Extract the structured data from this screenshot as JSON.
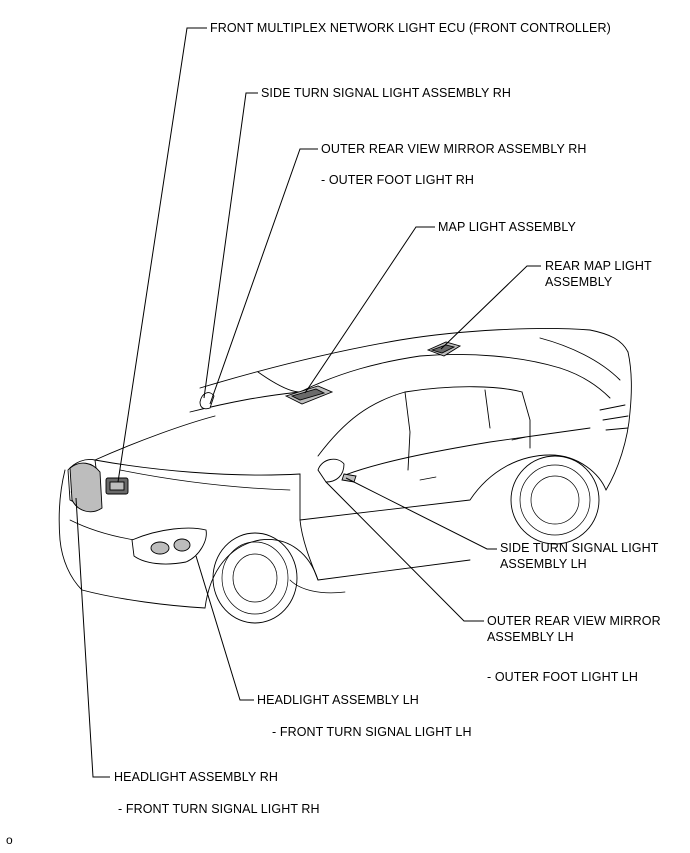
{
  "labels": {
    "front_multiplex_ecu": "FRONT MULTIPLEX NETWORK LIGHT ECU (FRONT CONTROLLER)",
    "side_turn_rh": "SIDE TURN SIGNAL LIGHT ASSEMBLY RH",
    "outer_mirror_rh": "OUTER REAR VIEW MIRROR ASSEMBLY RH",
    "outer_foot_rh": "- OUTER FOOT LIGHT RH",
    "map_light": "MAP LIGHT ASSEMBLY",
    "rear_map_light_line1": "REAR MAP LIGHT",
    "rear_map_light_line2": "ASSEMBLY",
    "side_turn_lh_line1": "SIDE TURN SIGNAL LIGHT",
    "side_turn_lh_line2": "ASSEMBLY LH",
    "outer_mirror_lh_line1": "OUTER REAR VIEW MIRROR",
    "outer_mirror_lh_line2": "ASSEMBLY LH",
    "outer_foot_lh": "- OUTER FOOT LIGHT LH",
    "headlight_lh": "HEADLIGHT ASSEMBLY LH",
    "front_turn_lh": "- FRONT TURN SIGNAL LIGHT LH",
    "headlight_rh": "HEADLIGHT ASSEMBLY RH",
    "front_turn_rh": "- FRONT TURN SIGNAL LIGHT RH"
  },
  "footer": {
    "code": "o"
  }
}
